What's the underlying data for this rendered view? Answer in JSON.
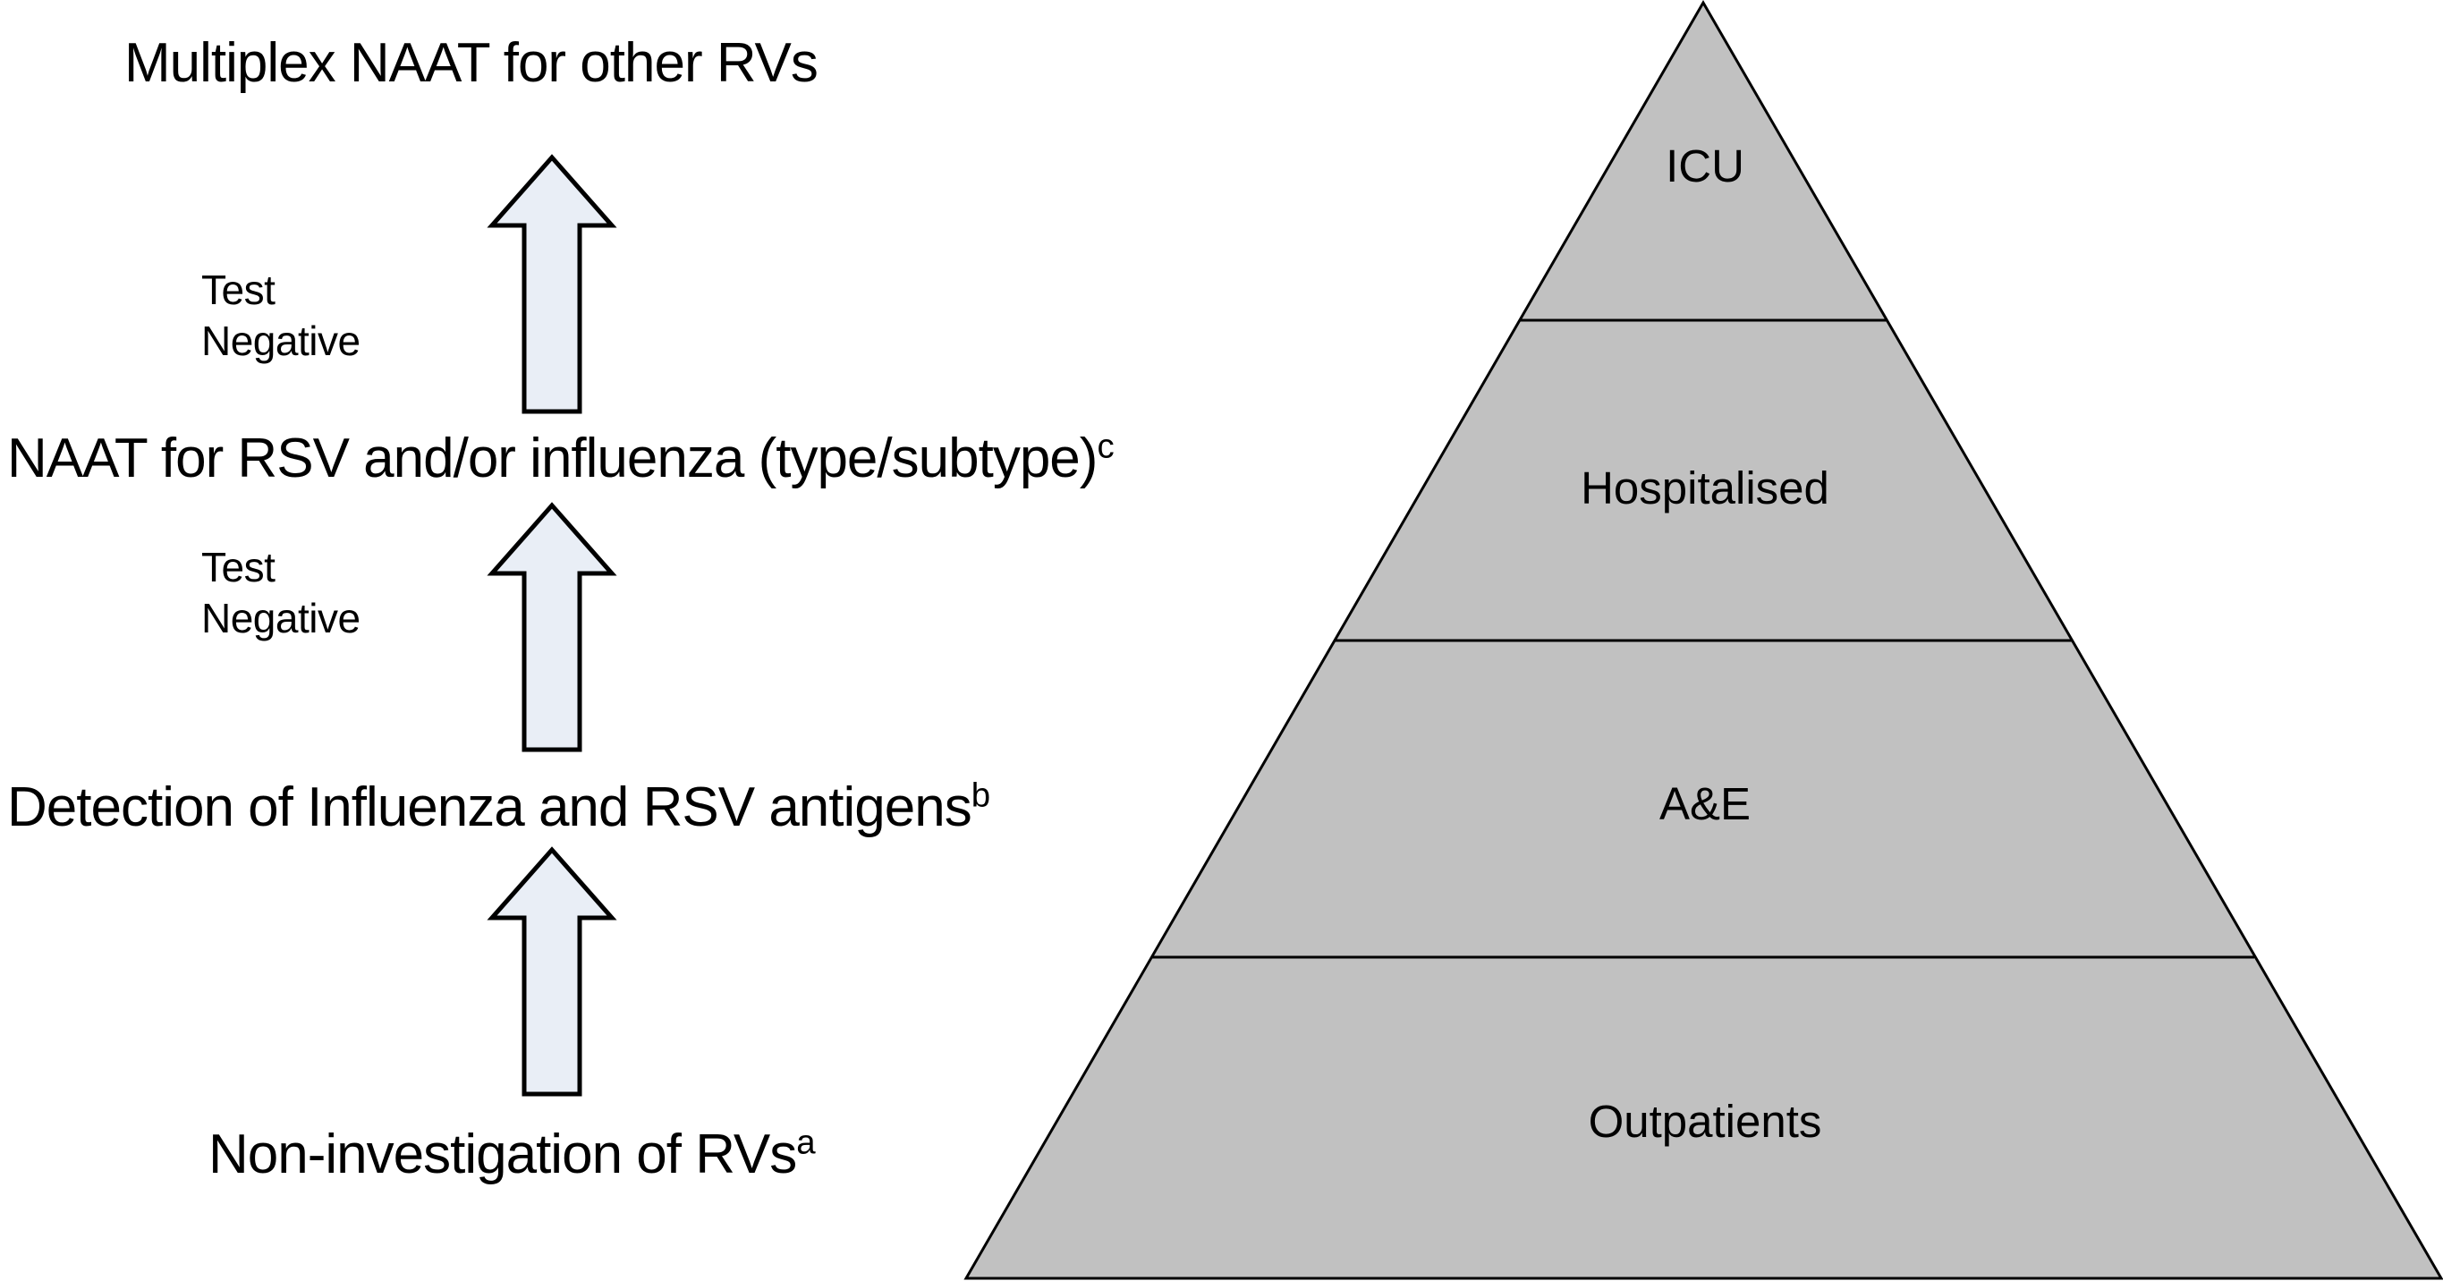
{
  "figure": {
    "flow": {
      "steps": [
        {
          "label": "Non-investigation of RVs",
          "superscript": "a"
        },
        {
          "label": "Detection of Influenza and RSV antigens",
          "superscript": "b"
        },
        {
          "label": "NAAT for RSV and/or influenza (type/subtype)",
          "superscript": "c"
        },
        {
          "label": "Multiplex NAAT for other RVs",
          "superscript": ""
        }
      ],
      "test_negative": {
        "line1": "Test",
        "line2": "Negative"
      }
    },
    "pyramid": {
      "levels": [
        {
          "label": "ICU"
        },
        {
          "label": "Hospitalised"
        },
        {
          "label": "A&E"
        },
        {
          "label": "Outpatients"
        }
      ],
      "fill_color": "#c1c1c1",
      "line_color": "#000000"
    },
    "arrow": {
      "fill_color": "#e9eef6",
      "border_color": "#000000"
    }
  }
}
